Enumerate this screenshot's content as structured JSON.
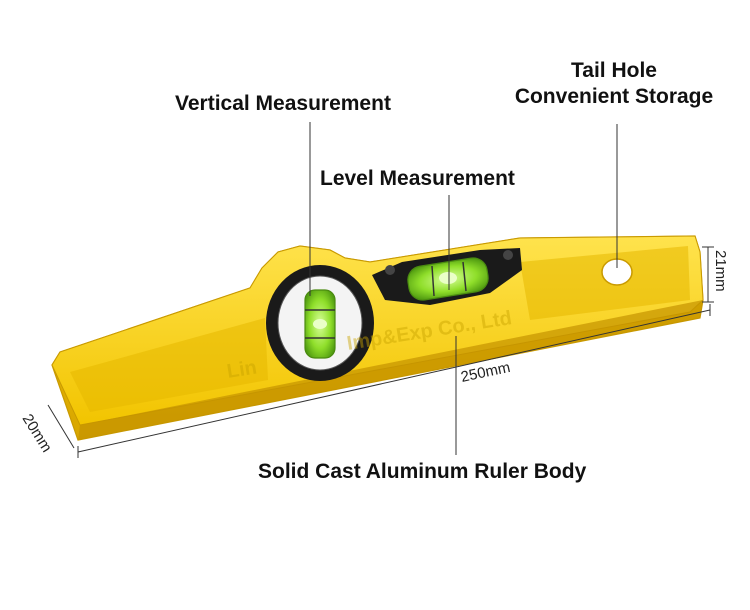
{
  "callouts": {
    "vertical": "Vertical Measurement",
    "level": "Level Measurement",
    "tail_line1": "Tail Hole",
    "tail_line2": "Convenient Storage",
    "body": "Solid Cast Aluminum Ruler Body"
  },
  "dimensions": {
    "length": "250mm",
    "width": "20mm",
    "height": "21mm"
  },
  "watermark": {
    "left": "Lin",
    "right": "Imp&Exp Co., Ltd"
  },
  "colors": {
    "body_yellow": "#f5cc00",
    "body_shadow": "#d9a800",
    "vial_green": "#7ed321",
    "rim_black": "#1a1a1a"
  }
}
